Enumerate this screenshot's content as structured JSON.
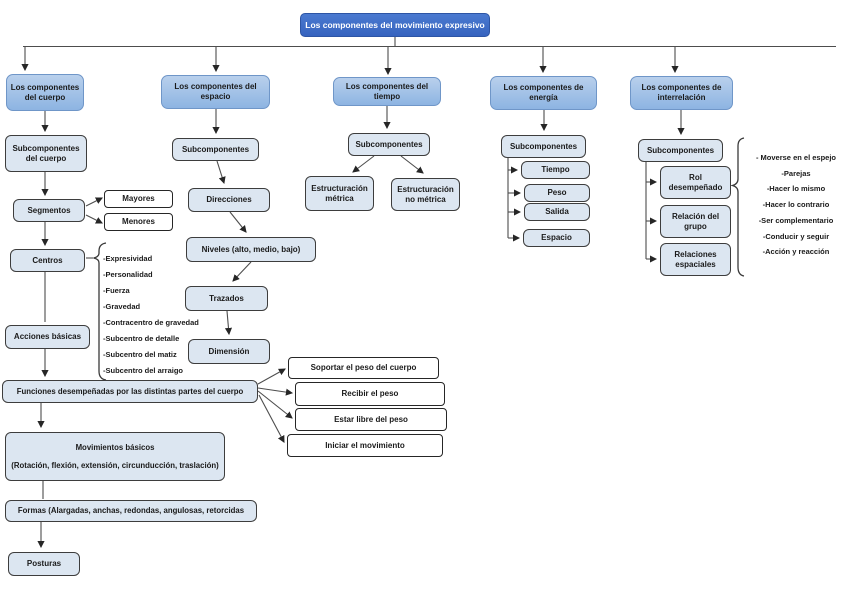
{
  "title": {
    "label": "Los componentes del movimiento expresivo"
  },
  "colors": {
    "title_fill": "#3a68c2",
    "branch_fill": "#8db4e2",
    "subnode_fill": "#dce6f1",
    "line": "#4d4d4d"
  },
  "branches": {
    "cuerpo": {
      "label": "Los componentes del cuerpo",
      "subcomponentes": "Subcomponentes del cuerpo",
      "segmentos": "Segmentos",
      "mayores": "Mayores",
      "menores": "Menores",
      "centros": "Centros",
      "centros_list": [
        "-Expresividad",
        "-Personalidad",
        "-Fuerza",
        "-Gravedad",
        "-Contracentro de gravedad",
        "-Subcentro de detalle",
        "-Subcentro del matiz",
        "-Subcentro del arraigo"
      ],
      "acciones": "Acciones básicas",
      "funciones": "Funciones desempeñadas por las distintas partes del cuerpo",
      "funciones_list": [
        "Soportar el peso del cuerpo",
        "Recibir el peso",
        "Estar libre del peso",
        "Iniciar el movimiento"
      ],
      "movimientos_line1": "Movimientos básicos",
      "movimientos_line2": "(Rotación, flexión, extensión, circunducción, traslación)",
      "formas": "Formas (Alargadas, anchas, redondas, angulosas, retorcidas",
      "posturas": "Posturas"
    },
    "espacio": {
      "label": "Los componentes del espacio",
      "subcomponentes": "Subcomponentes",
      "chain": [
        "Direcciones",
        "Niveles (alto, medio, bajo)",
        "Trazados",
        "Dimensión"
      ]
    },
    "tiempo": {
      "label": "Los componentes del tiempo",
      "subcomponentes": "Subcomponentes",
      "children": [
        "Estructuración métrica",
        "Estructuración no métrica"
      ]
    },
    "energia": {
      "label": "Los componentes de energía",
      "subcomponentes": "Subcomponentes",
      "children": [
        "Tiempo",
        "Peso",
        "Salida",
        "Espacio"
      ]
    },
    "interrelacion": {
      "label": "Los componentes de interrelación",
      "subcomponentes": "Subcomponentes",
      "children": [
        "Rol desempeñado",
        "Relación del grupo",
        "Relaciones espaciales"
      ],
      "notes": [
        "- Moverse en el espejo",
        "-Parejas",
        "-Hacer lo mismo",
        "-Hacer lo contrario",
        "-Ser complementario",
        "-Conducir y seguir",
        "-Acción y reacción"
      ]
    }
  }
}
